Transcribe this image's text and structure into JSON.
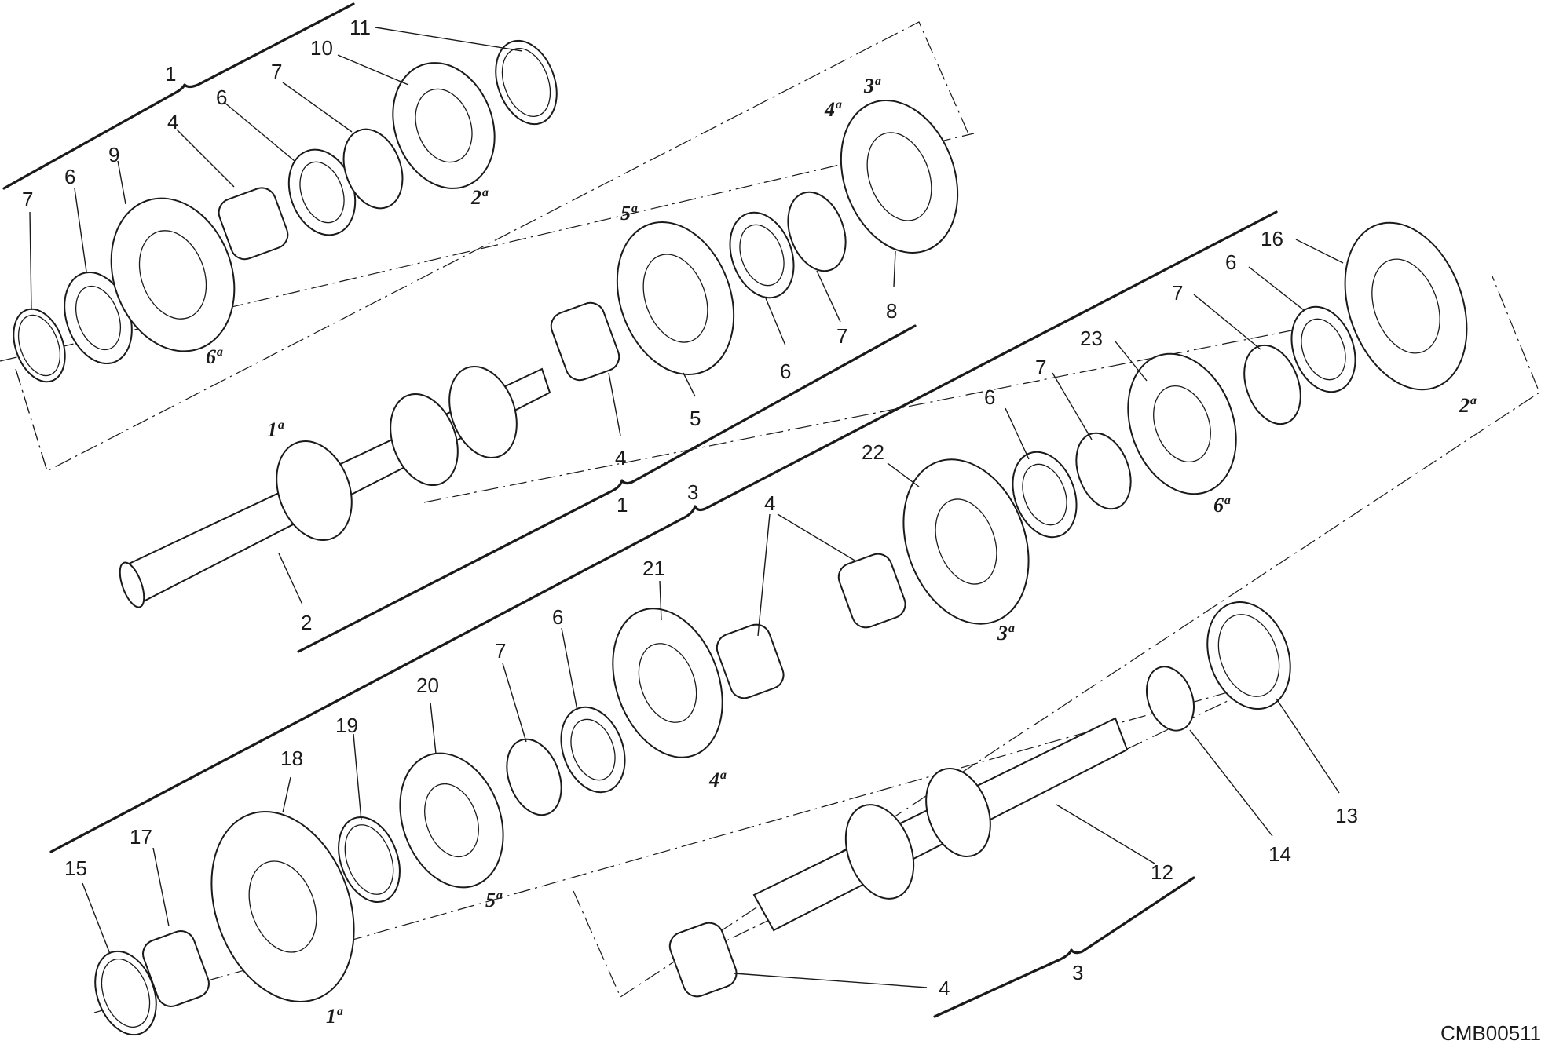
{
  "callouts": [
    "11",
    "10",
    "7",
    "6",
    "4",
    "9",
    "6",
    "7",
    "1",
    "5ª",
    "4ª",
    "3ª",
    "8",
    "7",
    "6",
    "5",
    "4",
    "1ª",
    "2",
    "1",
    "3",
    "16",
    "6",
    "7",
    "23",
    "7",
    "6",
    "22",
    "4",
    "21",
    "6",
    "7",
    "20",
    "19",
    "18",
    "17",
    "15",
    "12",
    "13",
    "14",
    "4",
    "3",
    "2ª",
    "6ª",
    "6ª",
    "3ª",
    "4ª",
    "5ª",
    "1ª",
    "2ª"
  ],
  "labels": {
    "top_assembly": "1",
    "bottom_assembly": "3",
    "mid_1": "1",
    "mid_3": "3"
  },
  "drawing_code": "CMB00511"
}
